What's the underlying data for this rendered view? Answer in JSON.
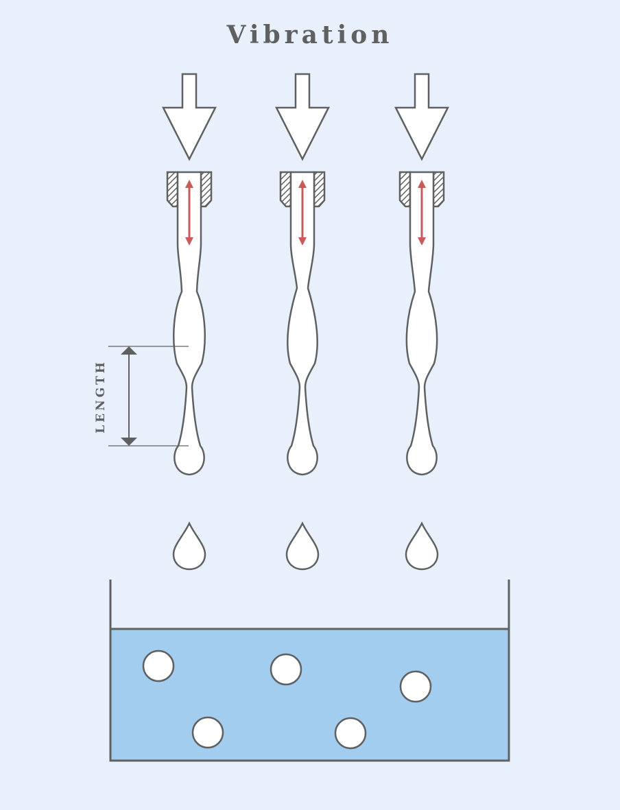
{
  "title": "Vibration",
  "length_label": "LENGTH",
  "nozzle_count": 3,
  "falling_drops": 3,
  "beads_in_bath": 5,
  "colors": {
    "background": "#e8f1fb",
    "line": "#5f6062",
    "vibration_arrow": "#c85a5a",
    "bath_liquid": "#a3cdef",
    "fill": "#ffffff"
  }
}
